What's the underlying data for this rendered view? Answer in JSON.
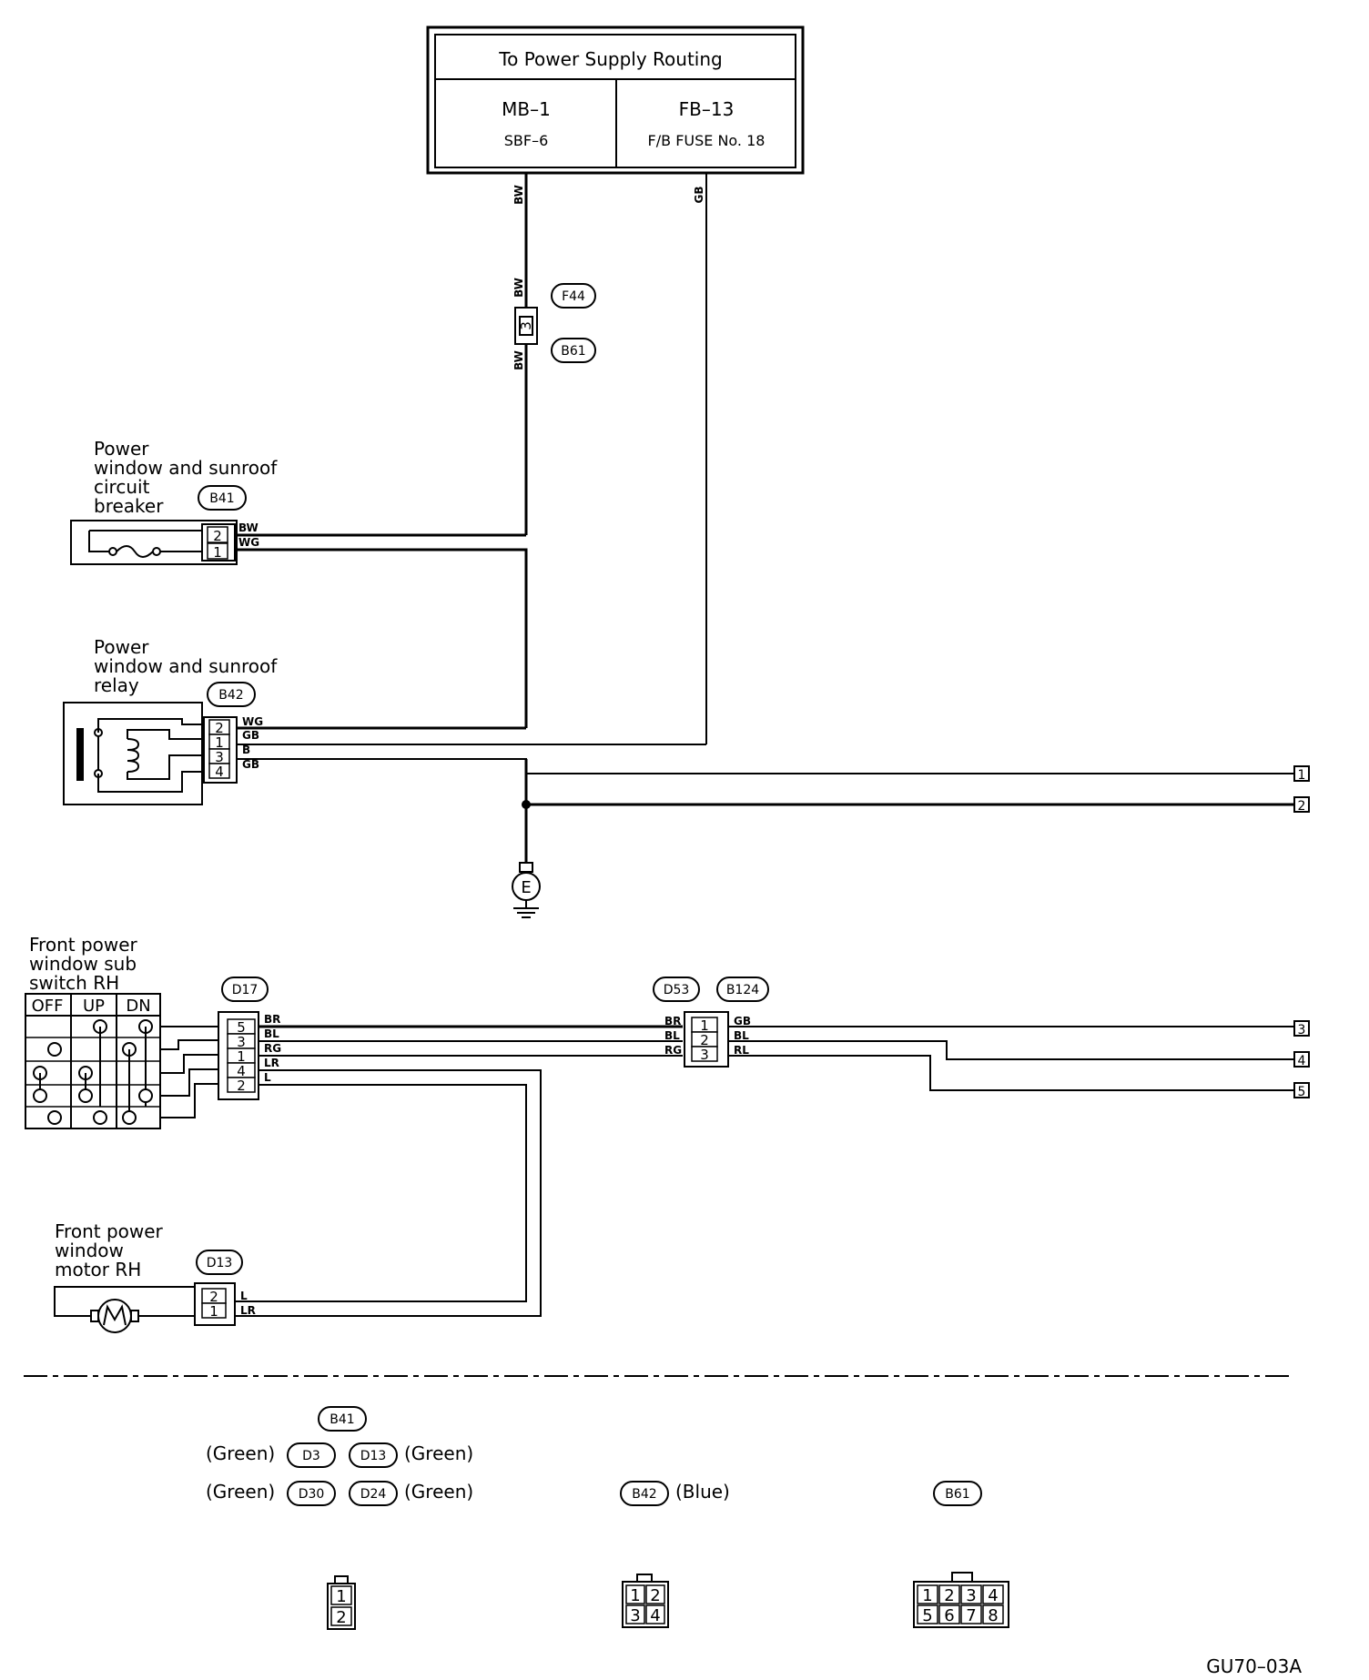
{
  "power_supply": {
    "title": "To Power Supply Routing",
    "left": {
      "name": "MB–1",
      "detail": "SBF–6"
    },
    "right": {
      "name": "FB–13",
      "detail": "F/B FUSE No. 18"
    }
  },
  "wires": {
    "bw": "BW",
    "gb": "GB",
    "wg": "WG",
    "b": "B",
    "br": "BR",
    "bl": "BL",
    "rg": "RG",
    "lr": "LR",
    "l": "L",
    "rl": "RL"
  },
  "connectors": {
    "f44": "F44",
    "b61": "B61",
    "b41": "B41",
    "b42": "B42",
    "d17": "D17",
    "d53": "D53",
    "b124": "B124",
    "d13": "D13",
    "d3": "D3",
    "d30": "D30",
    "d24": "D24"
  },
  "components": {
    "circuit_breaker": [
      "Power",
      "window and sunroof",
      "circuit",
      "breaker"
    ],
    "relay": [
      "Power",
      "window and sunroof",
      "relay"
    ],
    "sub_switch": [
      "Front power",
      "window sub",
      "switch RH"
    ],
    "motor": [
      "Front power",
      "window",
      "motor RH"
    ]
  },
  "switch_table_headers": [
    "OFF",
    "UP",
    "DN"
  ],
  "ground_label": "E",
  "pins": {
    "p1": "1",
    "p2": "2",
    "p3": "3",
    "p4": "4",
    "p5": "5",
    "p6": "6",
    "p7": "7",
    "p8": "8"
  },
  "off_page": [
    "1",
    "2",
    "3",
    "4",
    "5"
  ],
  "colors": {
    "green": "(Green)",
    "blue": "(Blue)"
  },
  "footer_code": "GU70–03A"
}
